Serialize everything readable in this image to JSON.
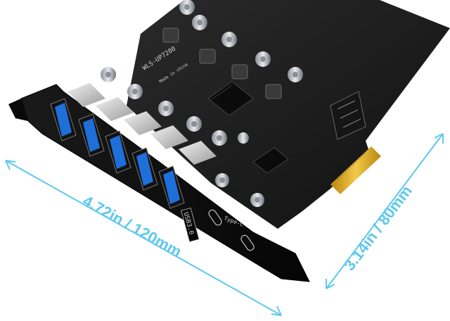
{
  "product": {
    "model_label": "WLS-UP7200",
    "made_in": "Made in china",
    "usb_label": "USB3.0",
    "typec_label": "Type-C"
  },
  "dimensions": {
    "width_label": "4.72in / 120mm",
    "height_label": "3.14in / 80mm",
    "line_color": "#5cc8ee"
  },
  "icons": {
    "usb_port": "usb-a-port-icon",
    "typec_port": "usb-c-port-icon"
  }
}
